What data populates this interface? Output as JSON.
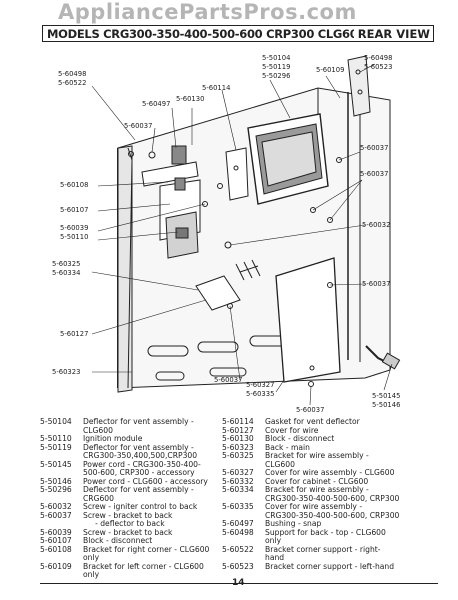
{
  "watermark": "AppliancePartsPros.com",
  "header": {
    "title": "MODELS CRG300-350-400-500-600 CRP300 CLG600",
    "view": "REAR VIEW"
  },
  "callouts": [
    "5-60498",
    "5-60523",
    "5-50104",
    "5-50119",
    "5-50296",
    "5-60109",
    "5-60498",
    "5-60522",
    "5-60114",
    "5-60497",
    "5-60130",
    "5-60037",
    "5-60037",
    "5-60037",
    "5-60108",
    "5-60107",
    "5-60039",
    "5-50110",
    "5-60032",
    "5-60325",
    "5-60334",
    "5-60037",
    "5-60127",
    "5-60323",
    "5-60037",
    "5-60327",
    "5-60335",
    "5-60037",
    "5-50145",
    "5-50146"
  ],
  "legend_left": [
    {
      "pn": "5-50104",
      "desc": "Deflector for vent assembly -\nCLG600"
    },
    {
      "pn": "5-50110",
      "desc": "Ignition module"
    },
    {
      "pn": "5-50119",
      "desc": "Deflector for vent assembly -\nCRG300-350,400,500,CRP300"
    },
    {
      "pn": "5-50145",
      "desc": "Power cord - CRG300-350-400-\n500-600, CRP300 - accessory"
    },
    {
      "pn": "5-50146",
      "desc": "Power cord - CLG600 - accessory"
    },
    {
      "pn": "5-50296",
      "desc": "Deflector for vent assembly -\nCRG600"
    },
    {
      "pn": "5-60032",
      "desc": "Screw - igniter control to back"
    },
    {
      "pn": "5-60037",
      "desc": "Screw - bracket to back\n     - deflector to back"
    },
    {
      "pn": "5-60039",
      "desc": "Screw - bracket to back"
    },
    {
      "pn": "5-60107",
      "desc": "Block - disconnect"
    },
    {
      "pn": "5-60108",
      "desc": "Bracket for right corner - CLG600\nonly"
    },
    {
      "pn": "5-60109",
      "desc": "Bracket for left corner - CLG600\nonly"
    }
  ],
  "legend_right": [
    {
      "pn": "5-60114",
      "desc": "Gasket for vent deflector"
    },
    {
      "pn": "5-60127",
      "desc": "Cover for wire"
    },
    {
      "pn": "5-60130",
      "desc": "Block - disconnect"
    },
    {
      "pn": "5-60323",
      "desc": "Back - main"
    },
    {
      "pn": "5-60325",
      "desc": "Bracket for wire assembly -\nCLG600"
    },
    {
      "pn": "5-60327",
      "desc": "Cover for wire assembly - CLG600"
    },
    {
      "pn": "5-60332",
      "desc": "Cover for cabinet - CLG600"
    },
    {
      "pn": "5-60334",
      "desc": "Bracket for wire assembly -\nCRG300-350-400-500-600, CRP300"
    },
    {
      "pn": "5-60335",
      "desc": "Cover for wire assembly -\nCRG300-350-400-500-600, CRP300"
    },
    {
      "pn": "5-60497",
      "desc": "Bushing - snap"
    },
    {
      "pn": "5-60498",
      "desc": "Support for back - top - CLG600\nonly"
    },
    {
      "pn": "5-60522",
      "desc": "Bracket corner support - right-\nhand"
    },
    {
      "pn": "5-60523",
      "desc": "Bracket corner support - left-hand"
    }
  ],
  "page_number": "14"
}
